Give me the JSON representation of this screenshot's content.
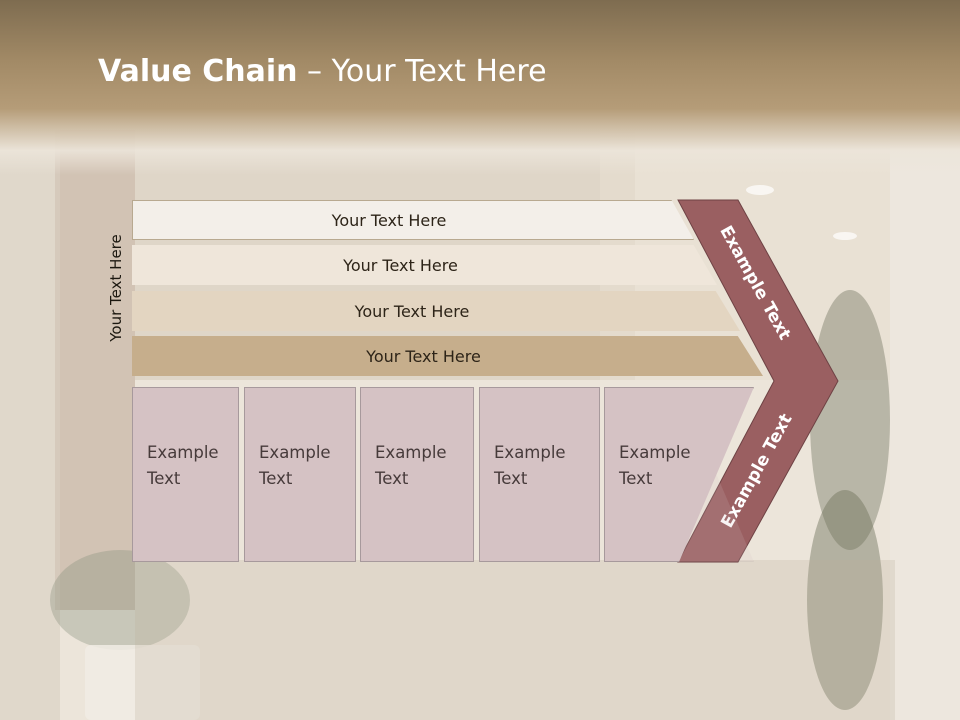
{
  "slide": {
    "title_bold": "Value Chain",
    "title_rest": " – Your Text Here"
  },
  "side_label": "Your Text Here",
  "rows": [
    {
      "label": "Your Text Here"
    },
    {
      "label": "Your Text Here"
    },
    {
      "label": "Your Text Here"
    },
    {
      "label": "Your Text Here"
    }
  ],
  "boxes": [
    {
      "line1": "Example",
      "line2": "Text"
    },
    {
      "line1": "Example",
      "line2": "Text"
    },
    {
      "line1": "Example",
      "line2": "Text"
    },
    {
      "line1": "Example",
      "line2": "Text"
    },
    {
      "line1": "Example",
      "line2": "Text"
    }
  ],
  "chevron": {
    "upper_label": "Example Text",
    "lower_label": "Example Text",
    "color": "#9a5f61",
    "border_color": "#6e4244"
  }
}
